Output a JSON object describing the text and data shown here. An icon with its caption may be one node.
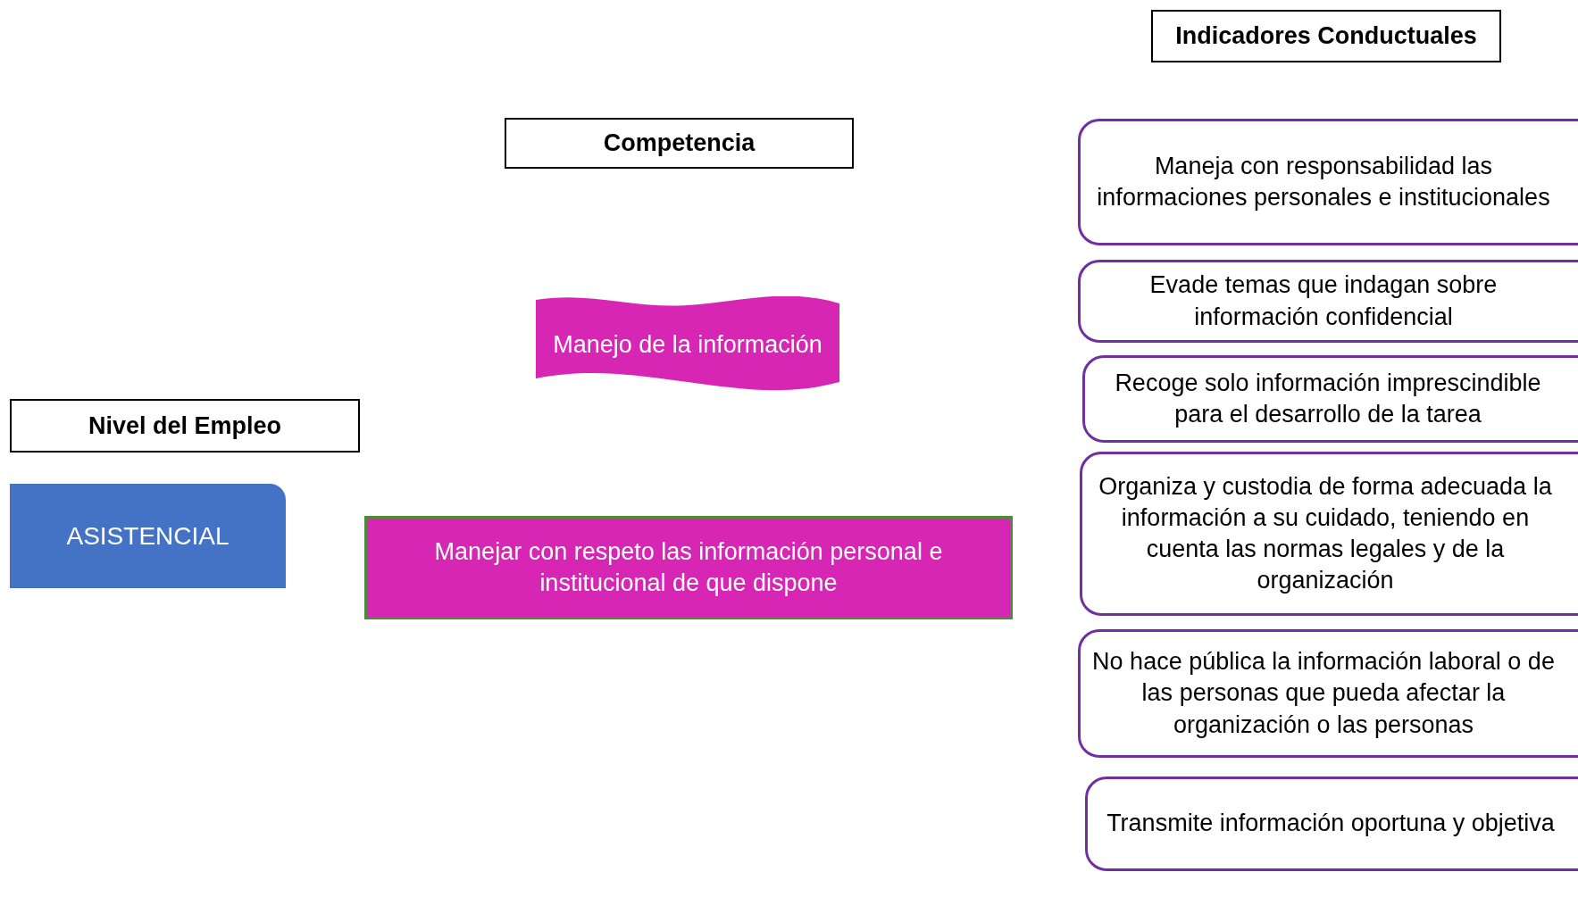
{
  "diagram": {
    "nodes": [
      {
        "text": [
          "Indicadores Conductuales"
        ]
      },
      {
        "text": [
          "Competencia"
        ]
      },
      {
        "text": [
          "Manejo de la información"
        ]
      },
      {
        "text": [
          "Nivel del Empleo"
        ]
      },
      {
        "text": [
          "ASISTENCIAL"
        ]
      },
      {
        "text": [
          "Manejar con respeto las información personal e institucional de que dispone"
        ]
      },
      {
        "text": [
          "Maneja con responsabilidad las informaciones personales e institucionales"
        ]
      },
      {
        "text": [
          "Evade temas que indagan sobre información confidencial"
        ]
      },
      {
        "text": [
          "Recoge solo información imprescindible para el desarrollo de la tarea"
        ]
      },
      {
        "text": [
          "Organiza y custodia de forma adecuada la información a su cuidado, teniendo en cuenta las normas legales y de la organización"
        ]
      },
      {
        "text": [
          "No hace pública la información laboral o de las personas que pueda afectar la organización o las personas"
        ]
      },
      {
        "text": [
          "Transmite información oportuna y objetiva"
        ]
      }
    ]
  }
}
